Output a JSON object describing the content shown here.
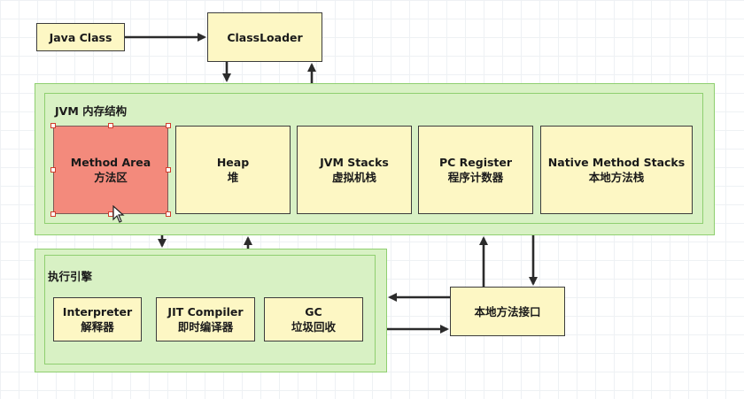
{
  "java_class": {
    "label": "Java Class"
  },
  "classloader": {
    "label": "ClassLoader"
  },
  "jvm_memory": {
    "title": "JVM 内存结构",
    "areas": [
      {
        "en": "Method Area",
        "zh": "方法区"
      },
      {
        "en": "Heap",
        "zh": "堆"
      },
      {
        "en": "JVM Stacks",
        "zh": "虚拟机栈"
      },
      {
        "en": "PC Register",
        "zh": "程序计数器"
      },
      {
        "en": "Native Method Stacks",
        "zh": "本地方法栈"
      }
    ]
  },
  "execution_engine": {
    "title": "执行引擎",
    "components": [
      {
        "en": "Interpreter",
        "zh": "解释器"
      },
      {
        "en": "JIT Compiler",
        "zh": "即时编译器"
      },
      {
        "en": "GC",
        "zh": "垃圾回收"
      }
    ]
  },
  "native_interface": {
    "label": "本地方法接口"
  },
  "colors": {
    "region_fill": "#d8f1c4",
    "region_border": "#8fcf70",
    "box_fill": "#fdf7c4",
    "selected_fill": "#f38a7c"
  }
}
